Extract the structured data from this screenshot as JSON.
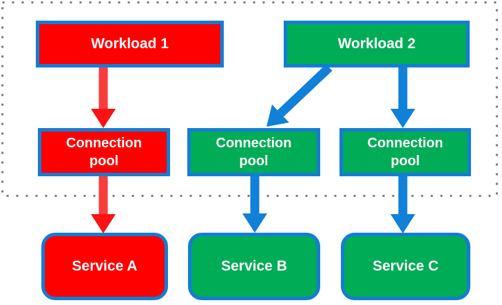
{
  "diagram": {
    "type": "flow-diagram",
    "boundary": {
      "shape": "dotted-rectangle",
      "color": "#7a7a7a",
      "contains": [
        "workload1",
        "workload2",
        "pool1",
        "pool2",
        "pool3"
      ]
    },
    "nodes": {
      "workload1": {
        "label": "Workload 1",
        "fill": "#fe0000",
        "shape": "rectangle"
      },
      "workload2": {
        "label": "Workload 2",
        "fill": "#00ac55",
        "shape": "rectangle"
      },
      "pool1": {
        "label": "Connection pool",
        "fill": "#fe0000",
        "shape": "rectangle"
      },
      "pool2": {
        "label": "Connection pool",
        "fill": "#00ac55",
        "shape": "rectangle"
      },
      "pool3": {
        "label": "Connection pool",
        "fill": "#00ac55",
        "shape": "rectangle"
      },
      "serviceA": {
        "label": "Service A",
        "fill": "#fe0000",
        "shape": "rounded-rectangle"
      },
      "serviceB": {
        "label": "Service B",
        "fill": "#00ac55",
        "shape": "rounded-rectangle"
      },
      "serviceC": {
        "label": "Service C",
        "fill": "#00ac55",
        "shape": "rounded-rectangle"
      }
    },
    "edges": [
      {
        "from": "workload1",
        "to": "pool1",
        "color": "red",
        "direction": "down"
      },
      {
        "from": "pool1",
        "to": "serviceA",
        "color": "red",
        "direction": "down"
      },
      {
        "from": "workload2",
        "to": "pool2",
        "color": "blue",
        "direction": "down-left"
      },
      {
        "from": "workload2",
        "to": "pool3",
        "color": "blue",
        "direction": "down"
      },
      {
        "from": "pool2",
        "to": "serviceB",
        "color": "blue",
        "direction": "down"
      },
      {
        "from": "pool3",
        "to": "serviceC",
        "color": "blue",
        "direction": "down"
      }
    ],
    "colors": {
      "node_fill_red": "#fe0000",
      "node_fill_green": "#00ac55",
      "node_border_blue": "#137dd6",
      "arrow_blue": "#1080d8",
      "arrow_red_shaft": "#f93c3c",
      "arrow_red_head": "#fb1212",
      "boundary_dots": "#7a7a7a",
      "text": "#ffffff",
      "background": "#ffffff"
    }
  }
}
